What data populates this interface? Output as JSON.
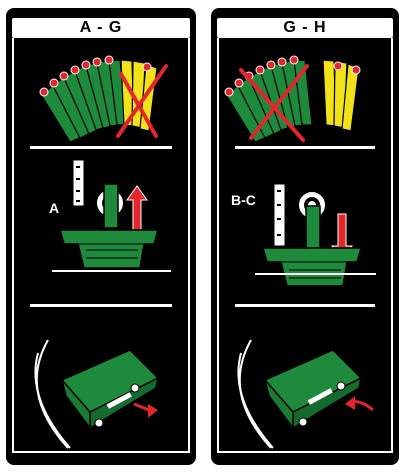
{
  "panels": [
    {
      "header": "A - G",
      "letter": "A"
    },
    {
      "header": "G - H",
      "letter": "B-C"
    }
  ],
  "colors": {
    "panel_bg": "#000000",
    "green": "#1e8a3c",
    "yellow": "#f2e21a",
    "red": "#e3262b",
    "white": "#ffffff"
  }
}
